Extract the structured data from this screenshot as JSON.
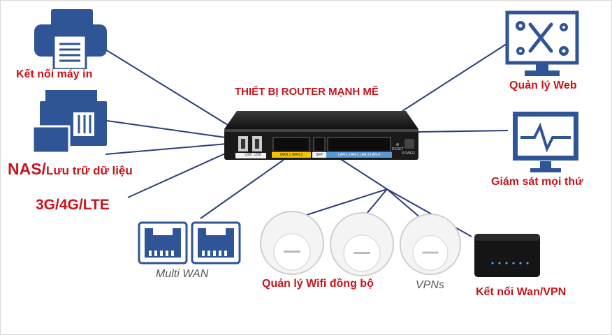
{
  "title": "THIẾT BỊ ROUTER MẠNH MẼ",
  "labels": {
    "printer": "Kết nối máy in",
    "nas_prefix": "NAS/",
    "nas_suffix": "Lưu trữ dữ liệu",
    "lte": "3G/4G/LTE",
    "multiwan": "Multi WAN",
    "wifi": "Quản lý Wifi đồng bộ",
    "vpns": "VPNs",
    "wanvpn": "Kết nối Wan/VPN",
    "monitor": "Giám sát mọi thứ",
    "web": "Quản lý Web"
  },
  "router_ports": {
    "usb1": "USB",
    "usb2": "USB",
    "wan_pair": "WAN 1   WAN 2",
    "sfp": "SFP",
    "lan_group": "LAN 1   LAN 2   LAN 3   LAN 4",
    "reset": "RESET",
    "power": "POWER"
  },
  "colors": {
    "label_red": "#c8141c",
    "icon_blue": "#2f5597",
    "link_line": "#2c3e7a",
    "caption_gray": "#555555"
  }
}
